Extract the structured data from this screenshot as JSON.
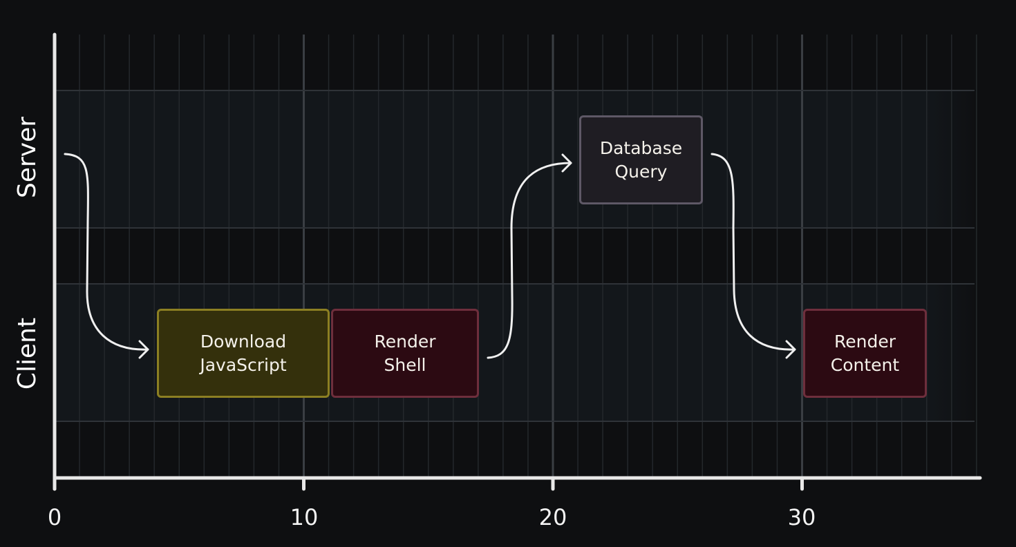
{
  "lanes": {
    "server": "Server",
    "client": "Client"
  },
  "x_axis": {
    "ticks": [
      "0",
      "10",
      "20",
      "30"
    ]
  },
  "tasks": [
    {
      "id": "download",
      "lane": "Client",
      "label": "Download\nJavaScript",
      "start": 4,
      "end": 11,
      "color": "#34300c",
      "border": "#8c7f22"
    },
    {
      "id": "render-shell",
      "lane": "Client",
      "label": "Render\nShell",
      "start": 11,
      "end": 17,
      "color": "#2c0a12",
      "border": "#6e2e3c"
    },
    {
      "id": "db-query",
      "lane": "Server",
      "label": "Database\nQuery",
      "start": 21,
      "end": 26,
      "color": "#1f1d23",
      "border": "#5e5866"
    },
    {
      "id": "render-content",
      "lane": "Client",
      "label": "Render\nContent",
      "start": 30,
      "end": 35,
      "color": "#2c0a12",
      "border": "#6e2e3c"
    }
  ],
  "flows": [
    {
      "from": "Server",
      "to": "download"
    },
    {
      "from": "render-shell",
      "to": "db-query"
    },
    {
      "from": "db-query",
      "to": "render-content"
    }
  ],
  "colors": {
    "background": "#0e0f11",
    "lane_band": "#13171b",
    "grid": "#2c3034",
    "axis": "#e8e8e8",
    "arrow": "#f0f0f0"
  }
}
